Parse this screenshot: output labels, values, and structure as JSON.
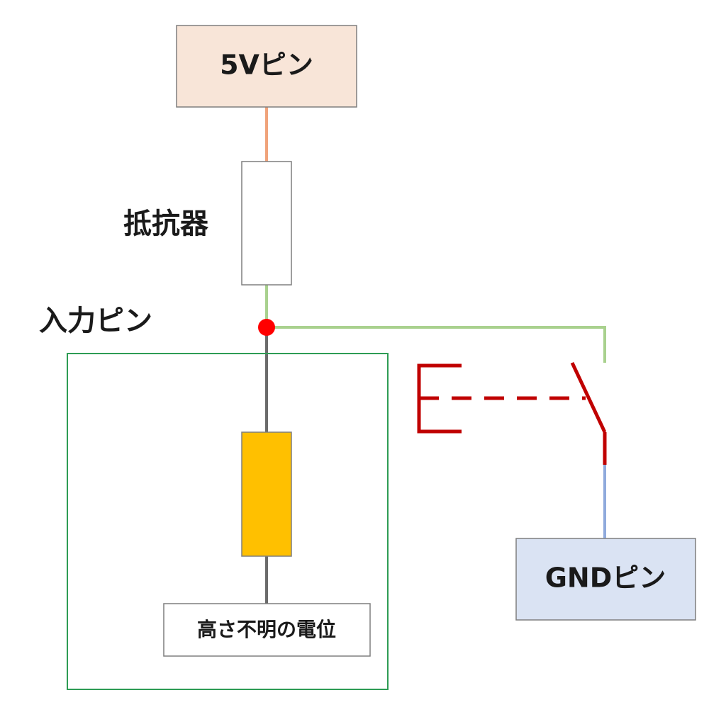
{
  "labels": {
    "five_v_pin": "5Vピン",
    "resistor": "抵抗器",
    "input_pin": "入力ピン",
    "gnd_pin": "GNDピン",
    "unknown_potential": "高さ不明の電位"
  },
  "colors": {
    "five_v_box": "#f8e5d8",
    "gnd_box": "#dae3f3",
    "orange_wire": "#f0a37b",
    "green_wire": "#a9d18e",
    "gray_wire": "#6b6b6b",
    "blue_wire": "#8faadc",
    "switch_red": "#c00000",
    "node_red": "#ff0000",
    "unknown_block": "#ffc000",
    "region_border": "#2e9c54"
  }
}
